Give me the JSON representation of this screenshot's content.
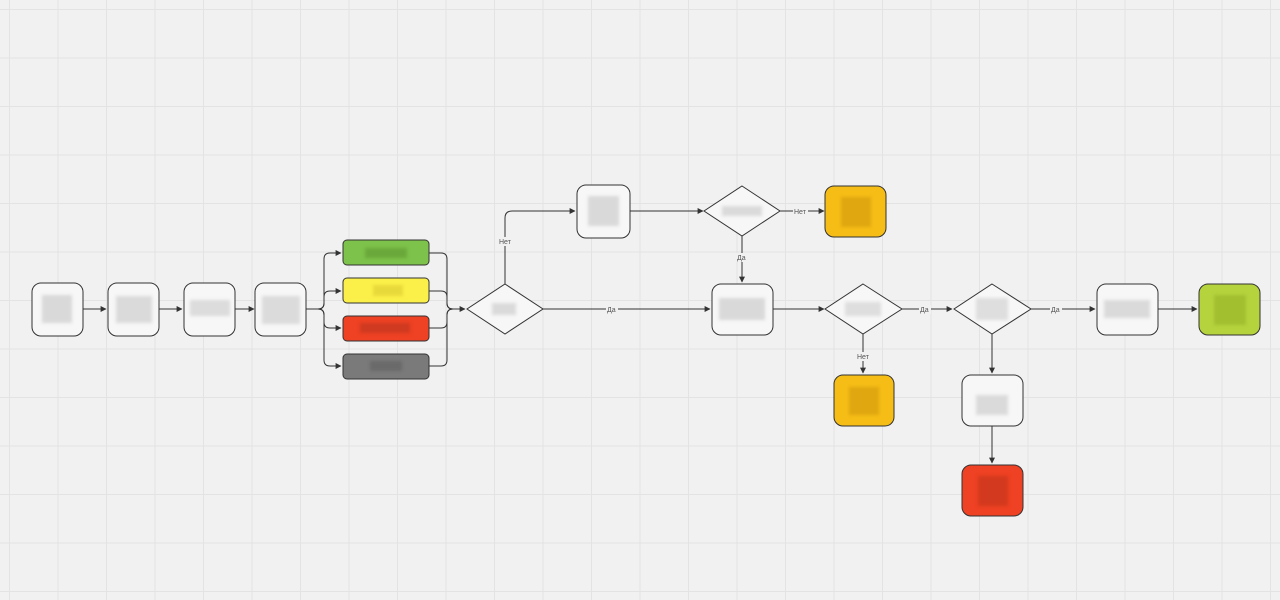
{
  "canvas": {
    "background": "#f1f1f1",
    "grid_color": "#e3e3e3"
  },
  "colors": {
    "node_fill": "#f7f7f7",
    "node_stroke": "#333333",
    "edge": "#333333",
    "green": "#7dc24a",
    "yellow": "#fbf04a",
    "red": "#ef4123",
    "gray": "#7a7a7a",
    "amber": "#f6bd16",
    "lime": "#b5d33d"
  },
  "labels": {
    "no_top": "Нет",
    "yes_main": "Да",
    "no_mid": "Нет",
    "yes_mid_down": "Да",
    "no_bottom": "Нет",
    "yes_d3": "Да",
    "yes_d4": "Да"
  }
}
